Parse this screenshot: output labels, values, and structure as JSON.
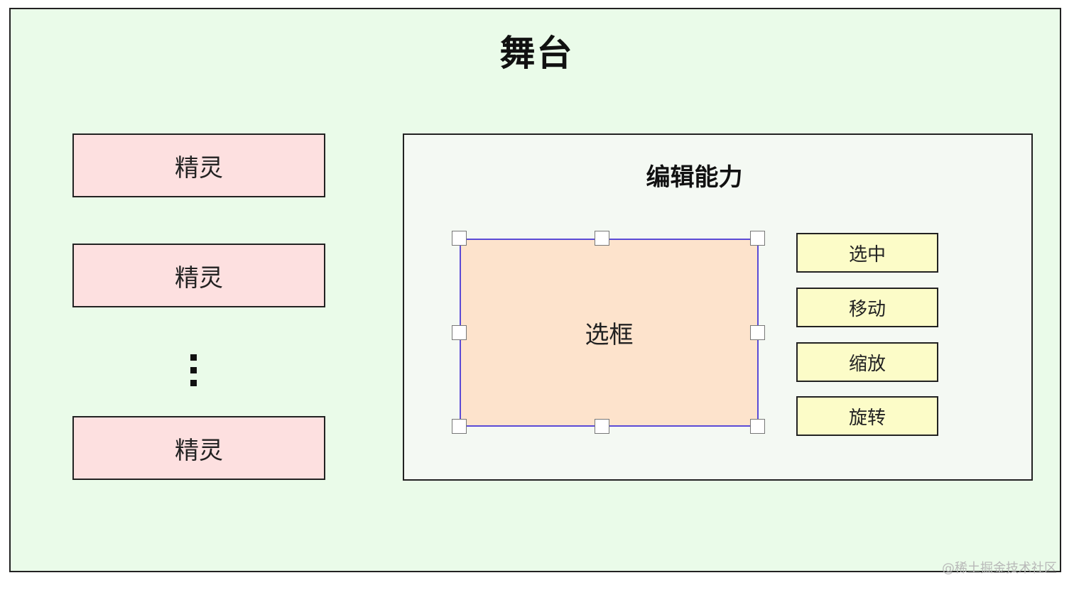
{
  "stage": {
    "title": "舞台"
  },
  "sprites": [
    {
      "label": "精灵"
    },
    {
      "label": "精灵"
    },
    {
      "label": "精灵"
    }
  ],
  "ellipsis": "⋮",
  "edit_panel": {
    "title": "编辑能力",
    "selection_box": {
      "label": "选框"
    },
    "abilities": [
      {
        "label": "选中"
      },
      {
        "label": "移动"
      },
      {
        "label": "缩放"
      },
      {
        "label": "旋转"
      }
    ]
  },
  "watermark": "@稀土掘金技术社区",
  "colors": {
    "stage_bg": "#eafbe9",
    "sprite_bg": "#fde0e0",
    "edit_panel_bg": "#f4f9f3",
    "selection_bg": "#fde3cc",
    "selection_border": "#5b4bd6",
    "ability_bg": "#fcfcc8"
  }
}
